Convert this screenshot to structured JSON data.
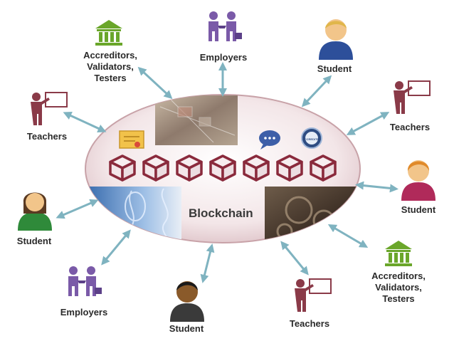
{
  "center": {
    "label": "Blockchain"
  },
  "nodes": {
    "accreditors_top": "Accreditors,\nValidators,\nTesters",
    "employers_top": "Employers",
    "student_top_right": "Student",
    "teachers_left_top": "Teachers",
    "teachers_right_top": "Teachers",
    "student_left": "Student",
    "student_right": "Student",
    "employers_bottom_left": "Employers",
    "student_bottom": "Student",
    "teachers_bottom": "Teachers",
    "accreditors_bottom_right": "Accreditors,\nValidators,\nTesters"
  },
  "badges": {
    "text": "ACCREDITED"
  },
  "colors": {
    "ellipse_edge": "#c8a2a8",
    "cube": "#8a2a3c",
    "arrow": "#7fb3c0",
    "teacher": "#8a3a48",
    "employer": "#7a5aa8",
    "student_face": "#f2c58a",
    "institution": "#6aa62a"
  }
}
